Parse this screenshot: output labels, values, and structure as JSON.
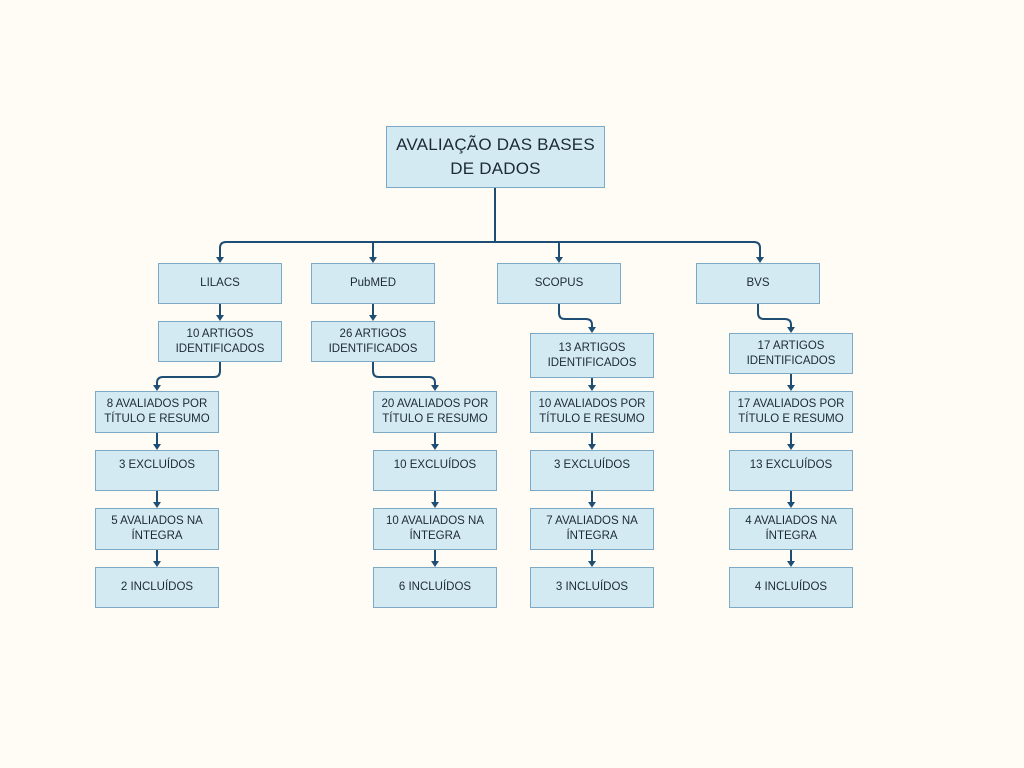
{
  "diagram": {
    "root": "AVALIAÇÃO DAS BASES DE DADOS",
    "databases": [
      {
        "name": "LILACS",
        "identified": "10 ARTIGOS IDENTIFICADOS",
        "screened": "8 AVALIADOS POR TÍTULO E RESUMO",
        "excluded": "3 EXCLUÍDOS",
        "fulltext": "5 AVALIADOS NA ÍNTEGRA",
        "included": "2 INCLUÍDOS"
      },
      {
        "name": "PubMED",
        "identified": "26 ARTIGOS IDENTIFICADOS",
        "screened": "20 AVALIADOS POR TÍTULO E RESUMO",
        "excluded": "10 EXCLUÍDOS",
        "fulltext": "10 AVALIADOS NA ÍNTEGRA",
        "included": "6 INCLUÍDOS"
      },
      {
        "name": "SCOPUS",
        "identified": "13 ARTIGOS IDENTIFICADOS",
        "screened": "10 AVALIADOS POR TÍTULO E RESUMO",
        "excluded": "3 EXCLUÍDOS",
        "fulltext": "7 AVALIADOS NA ÍNTEGRA",
        "included": "3 INCLUÍDOS"
      },
      {
        "name": "BVS",
        "identified": "17 ARTIGOS IDENTIFICADOS",
        "screened": "17 AVALIADOS POR TÍTULO E RESUMO",
        "excluded": "13 EXCLUÍDOS",
        "fulltext": "4 AVALIADOS NA ÍNTEGRA",
        "included": "4 INCLUÍDOS"
      }
    ]
  }
}
